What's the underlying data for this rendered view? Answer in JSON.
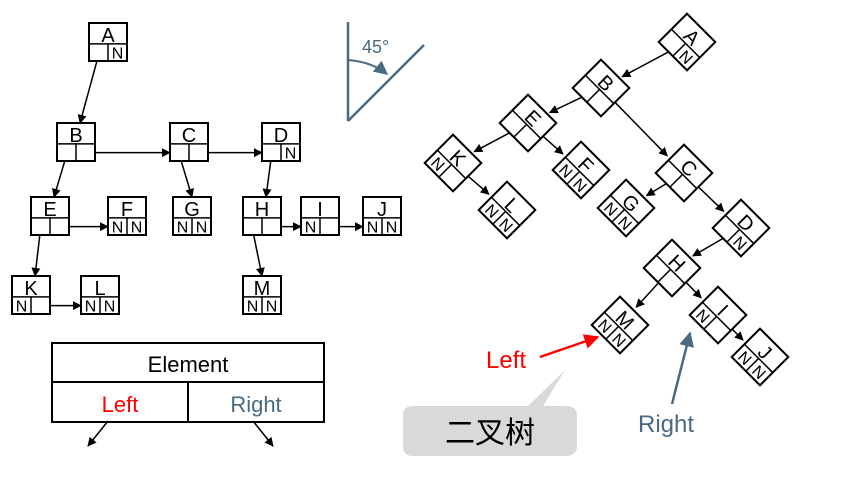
{
  "nodes": [
    "A",
    "B",
    "C",
    "D",
    "E",
    "F",
    "G",
    "H",
    "I",
    "J",
    "K",
    "L",
    "M"
  ],
  "null_marker": "N",
  "angle_label": "45°",
  "legend": {
    "element": "Element",
    "left": "Left",
    "right": "Right"
  },
  "left_label": "Left",
  "right_label": "Right",
  "callout_text": "二叉树",
  "colors": {
    "left": "#ff0000",
    "right": "#4a6a82",
    "angle": "#4a6a82",
    "callout_bg": "#d9d9d9"
  }
}
